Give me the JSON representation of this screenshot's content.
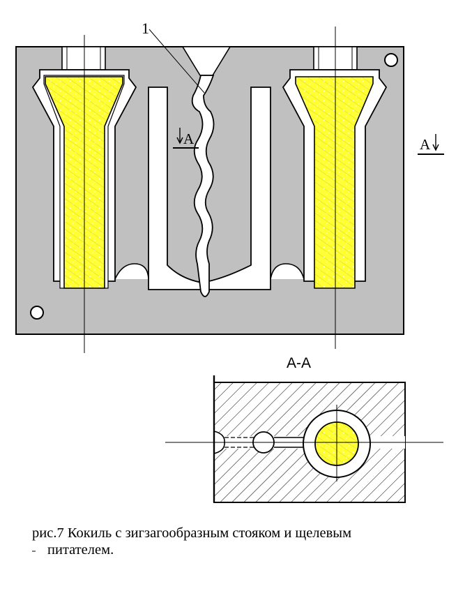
{
  "labels": {
    "part_number": "1",
    "section_mark_left": "A",
    "section_mark_right": "A",
    "section_title": "A-A"
  },
  "caption": {
    "line1": "рис.7 Кокиль с  зигзагообразным  стояком  и щелевым",
    "line2": "питателем."
  },
  "colors": {
    "mold_fill": "#c0c0c0",
    "casting_fill": "#ffff33",
    "outline": "#000000",
    "hatch": "#000000"
  }
}
